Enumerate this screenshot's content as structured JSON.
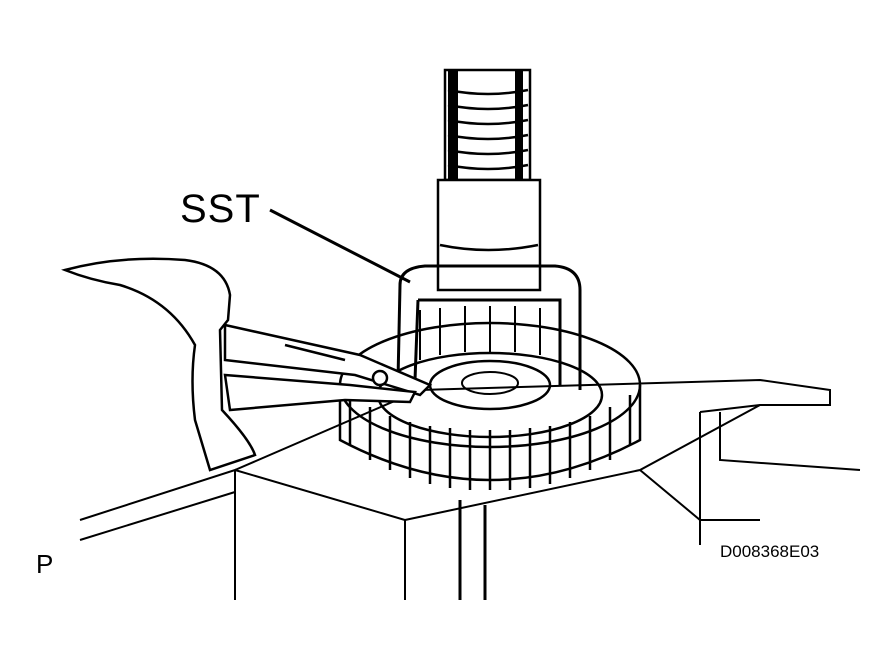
{
  "labels": {
    "tool": "SST",
    "view_marker": "P",
    "figure_code": "D008368E03"
  },
  "colors": {
    "ink": "#000000",
    "paper": "#ffffff"
  }
}
